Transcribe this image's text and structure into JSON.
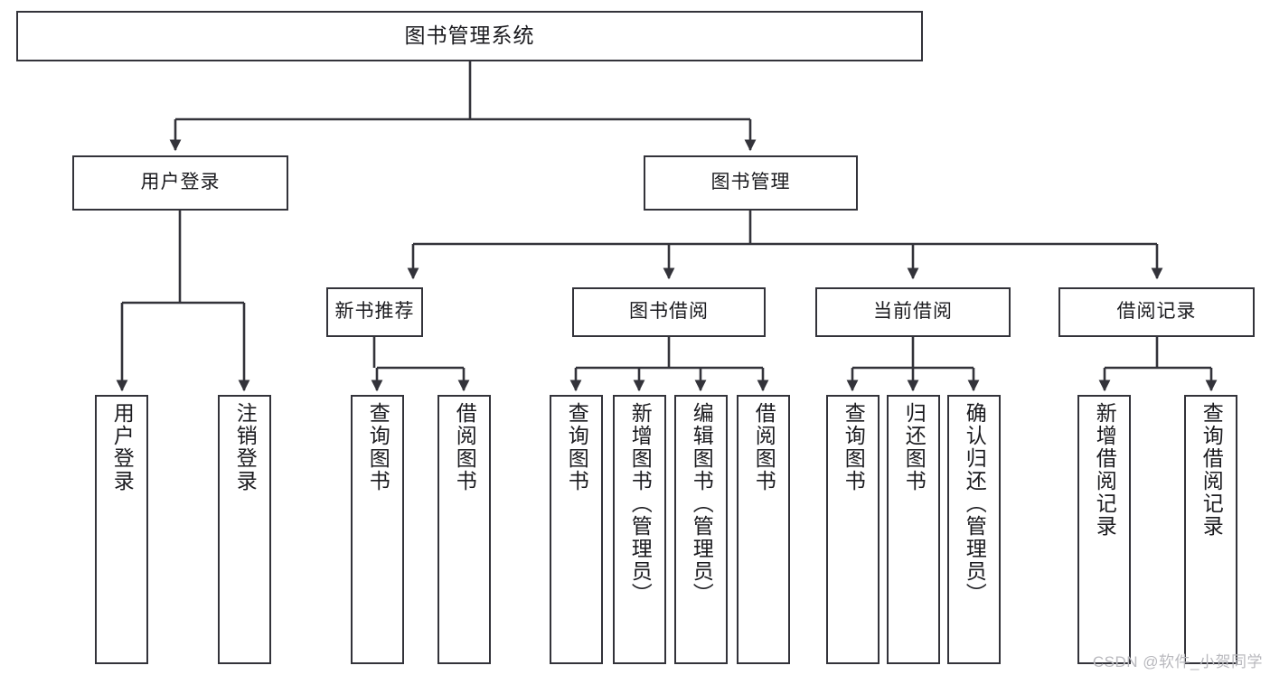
{
  "diagram": {
    "title": "图书管理系统",
    "type": "tree-hierarchy",
    "watermark": "CSDN @软件_小贺同学",
    "colors": {
      "stroke": "#33333a",
      "fill": "#ffffff",
      "text": "#1b1b1f",
      "watermark": "#b9b9be"
    },
    "root": {
      "label": "图书管理系统"
    },
    "level1": [
      {
        "label": "用户登录"
      },
      {
        "label": "图书管理"
      }
    ],
    "level2": [
      {
        "label": "新书推荐"
      },
      {
        "label": "图书借阅"
      },
      {
        "label": "当前借阅"
      },
      {
        "label": "借阅记录"
      }
    ],
    "leaves": {
      "user_login": [
        {
          "label": "用户登录"
        },
        {
          "label": "注销登录"
        }
      ],
      "new_book": [
        {
          "label": "查询图书"
        },
        {
          "label": "借阅图书"
        }
      ],
      "book_borrow": [
        {
          "label": "查询图书"
        },
        {
          "label": "新增图书（管理员）"
        },
        {
          "label": "编辑图书（管理员）"
        },
        {
          "label": "借阅图书"
        }
      ],
      "current_borrow": [
        {
          "label": "查询图书"
        },
        {
          "label": "归还图书"
        },
        {
          "label": "确认归还（管理员）"
        }
      ],
      "borrow_record": [
        {
          "label": "新增借阅记录"
        },
        {
          "label": "查询借阅记录"
        }
      ]
    }
  }
}
